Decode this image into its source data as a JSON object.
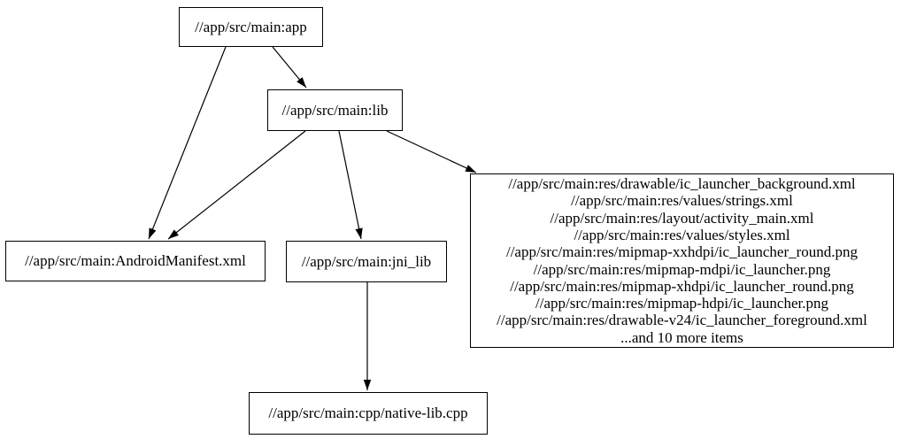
{
  "diagram": {
    "type": "dependency-graph",
    "background_color": "#ffffff",
    "stroke_color": "#000000",
    "text_color": "#000000",
    "nodes": {
      "app": {
        "label": "//app/src/main:app"
      },
      "lib": {
        "label": "//app/src/main:lib"
      },
      "android_manifest": {
        "label": "//app/src/main:AndroidManifest.xml"
      },
      "jni_lib": {
        "label": "//app/src/main:jni_lib"
      },
      "res_group": {
        "lines": [
          "//app/src/main:res/drawable/ic_launcher_background.xml",
          "//app/src/main:res/values/strings.xml",
          "//app/src/main:res/layout/activity_main.xml",
          "//app/src/main:res/values/styles.xml",
          "//app/src/main:res/mipmap-xxhdpi/ic_launcher_round.png",
          "//app/src/main:res/mipmap-mdpi/ic_launcher.png",
          "//app/src/main:res/mipmap-xhdpi/ic_launcher_round.png",
          "//app/src/main:res/mipmap-hdpi/ic_launcher.png",
          "//app/src/main:res/drawable-v24/ic_launcher_foreground.xml",
          "...and 10 more items"
        ]
      },
      "native_lib_cpp": {
        "label": "//app/src/main:cpp/native-lib.cpp"
      }
    },
    "edges": [
      {
        "from": "app",
        "to": "lib"
      },
      {
        "from": "app",
        "to": "android_manifest"
      },
      {
        "from": "lib",
        "to": "android_manifest"
      },
      {
        "from": "lib",
        "to": "jni_lib"
      },
      {
        "from": "lib",
        "to": "res_group"
      },
      {
        "from": "jni_lib",
        "to": "native_lib_cpp"
      }
    ]
  }
}
